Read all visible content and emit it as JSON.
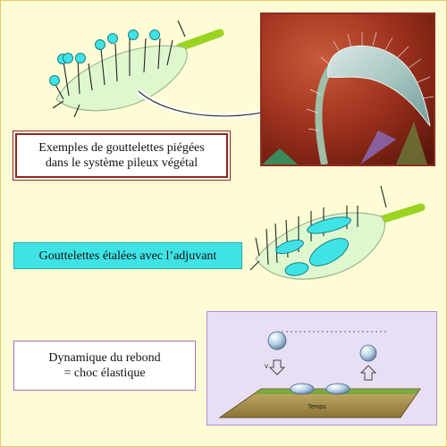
{
  "captions": {
    "trapped_line1": "Exemples de gouttelettes piégées",
    "trapped_line2": "dans le système pileux végétal",
    "spread": "Gouttelettes étalées avec l’adjuvant",
    "bounce_line1": "Dynamique du rebond",
    "bounce_line2": "= choc élastique"
  },
  "bounce_panel": {
    "time_label": "Temps",
    "velocity_label": "v"
  },
  "colors": {
    "background": "#fdfcd5",
    "leaf_fill": "#dff7cf",
    "droplet": "#3fe3e6",
    "stem": "#9ad420",
    "caption_border_trapped": "#8e2a1c",
    "caption_border_bounce": "#a86fc9"
  }
}
